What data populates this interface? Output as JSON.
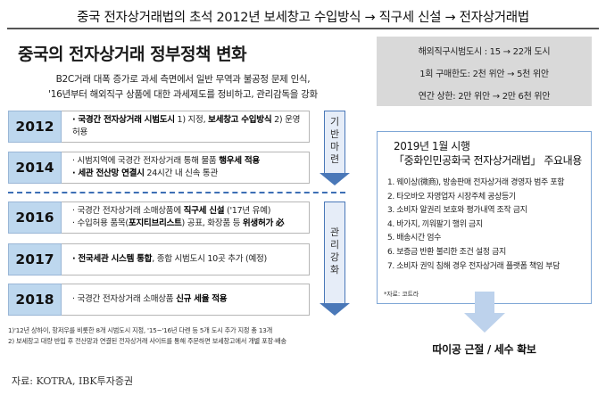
{
  "header": {
    "title": "중국 전자상거래법의 초석 2012년 보세창고 수입방식 → 직구세 신설 → 전자상거래법"
  },
  "left": {
    "title": "중국의 전자상거래 정부정책 변화",
    "desc_line1": "B2C거래 대폭 증가로 과세 측면에서 일반 무역과 불공정 문제 인식,",
    "desc_line2": "'16년부터 해외직구 상품에 대한 과세제도를 정비하고, 관리감독을 강화",
    "rows": [
      {
        "year": "2012",
        "l1a": "· 국경간 전자상거래 시범도시",
        "l1b": " 1) 지정, ",
        "l1c": "보세창고 수입방식",
        "l1d": " 2) 운영",
        "l2": "허용"
      },
      {
        "year": "2014",
        "l1a": "· 시범지역에 국경간 전자상거래 통해 물품 ",
        "l1b": "행우세 적용",
        "l2a": "· 세관 전산망 연결시",
        "l2b": " 24시간 내 신속 통관"
      },
      {
        "year": "2016",
        "l1a": "· 국경간 전자상거래 소매상품에 ",
        "l1b": "직구세 신설",
        "l1c": " ('17년 유예)",
        "l2a": "· 수입허용 품목(",
        "l2b": "포지티브리스트",
        "l2c": ") 공표, 화장품 등 ",
        "l2d": "위생허가 必"
      },
      {
        "year": "2017",
        "l1a": "· 전국세관 시스템 통합",
        "l1b": ", 종합 시범도시 10곳 추가 (예정)"
      },
      {
        "year": "2018",
        "l1a": "· 국경간 전자상거래 소매상품 ",
        "l1b": "신규 세율 적용"
      }
    ],
    "arrow1_label": [
      "기",
      "반",
      "마",
      "련"
    ],
    "arrow2_label": [
      "관",
      "리",
      "강",
      "화"
    ],
    "footnote1": "1)'12년 상하이, 항저우를 비롯한 8개 시범도시 지정, '15~'16년 다렌 등 5개 도시 추가 지정 총 13개",
    "footnote2": "2) 보세창고 대량 반입 후 전산망과 연결된 전자상거래 사이트를 통해 주문하면 보세창고에서 개별 포장·배송",
    "source": "자료: KOTRA, IBK투자증권"
  },
  "right": {
    "box_lines": [
      "해외직구시범도시 : 15 → 22개 도시",
      "1회 구매한도: 2천 위안 → 5천 위안",
      "연간 상한: 2만 위안 → 2만 6천 위안"
    ],
    "law_title1": "2019년 1월 시행",
    "law_title2": "「중화인민공화국 전자상거래법」 주요내용",
    "law_items": [
      "1. 웨이상(微商), 방송판매 전자상거래 경영자 범주 포함",
      "2. 타오바오 자영업자 시장주체 공상등기",
      "3. 소비자 알권리 보호와 평가내역 조작 금지",
      "4. 바가지, 끼워팔기 행위 금지",
      "5. 배송시간 엄수",
      "6. 보증금 반환 불리한 조건 설정 금지",
      "7. 소비자 권익 침해 경우 전자상거래 플랫폼 책임 부담"
    ],
    "law_source": "*자료: 코트라",
    "conclusion": "따이공 근절 / 세수 확보"
  },
  "colors": {
    "year_fill": "#bdd7ee",
    "accent_blue": "#4a78b8",
    "gray_box": "#d9d9d9"
  }
}
